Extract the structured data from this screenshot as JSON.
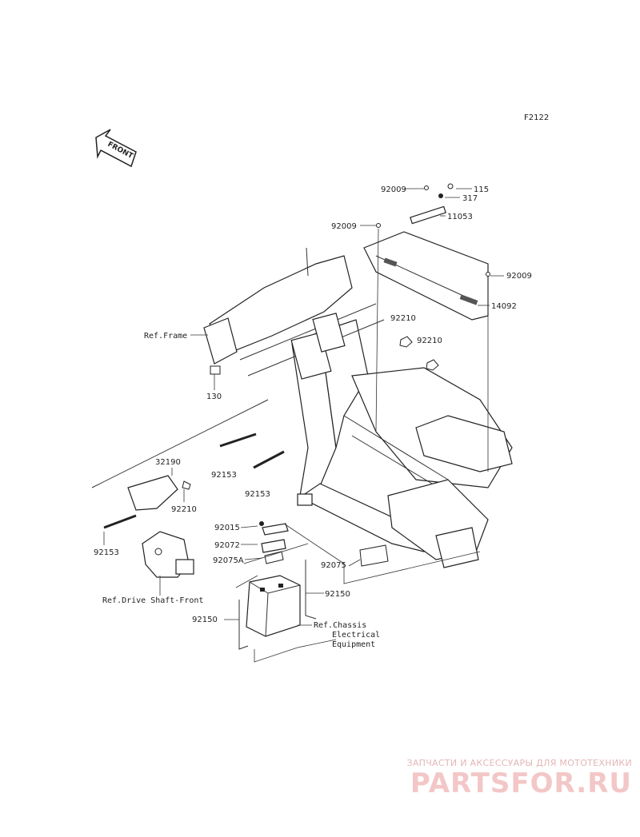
{
  "figure_code": "F2122",
  "front_label": "FRONT",
  "parts": [
    {
      "id": "p92009a",
      "number": "92009"
    },
    {
      "id": "p115",
      "number": "115"
    },
    {
      "id": "p317",
      "number": "317"
    },
    {
      "id": "p11053",
      "number": "11053"
    },
    {
      "id": "p92009b",
      "number": "92009"
    },
    {
      "id": "p92009c",
      "number": "92009"
    },
    {
      "id": "p14092",
      "number": "14092"
    },
    {
      "id": "p92210a",
      "number": "92210"
    },
    {
      "id": "p92210b",
      "number": "92210"
    },
    {
      "id": "p130",
      "number": "130"
    },
    {
      "id": "p92153a",
      "number": "92153"
    },
    {
      "id": "p92153b",
      "number": "92153"
    },
    {
      "id": "p32190",
      "number": "32190"
    },
    {
      "id": "p92210c",
      "number": "92210"
    },
    {
      "id": "p92153c",
      "number": "92153"
    },
    {
      "id": "p92015",
      "number": "92015"
    },
    {
      "id": "p92072",
      "number": "92072"
    },
    {
      "id": "p92075A",
      "number": "92075A"
    },
    {
      "id": "p92075",
      "number": "92075"
    },
    {
      "id": "p92150a",
      "number": "92150"
    },
    {
      "id": "p92150b",
      "number": "92150"
    }
  ],
  "references": {
    "frame": "Ref.Frame",
    "drive_shaft": "Ref.Drive Shaft-Front",
    "chassis_line1": "Ref.Chassis",
    "chassis_line2": "Electrical",
    "chassis_line3": "Equipment"
  },
  "watermark": {
    "tagline": "ЗАПЧАСТИ И АКСЕССУАРЫ ДЛЯ МОТОТЕХНИКИ",
    "logo": "PARTSFOR.RU"
  }
}
